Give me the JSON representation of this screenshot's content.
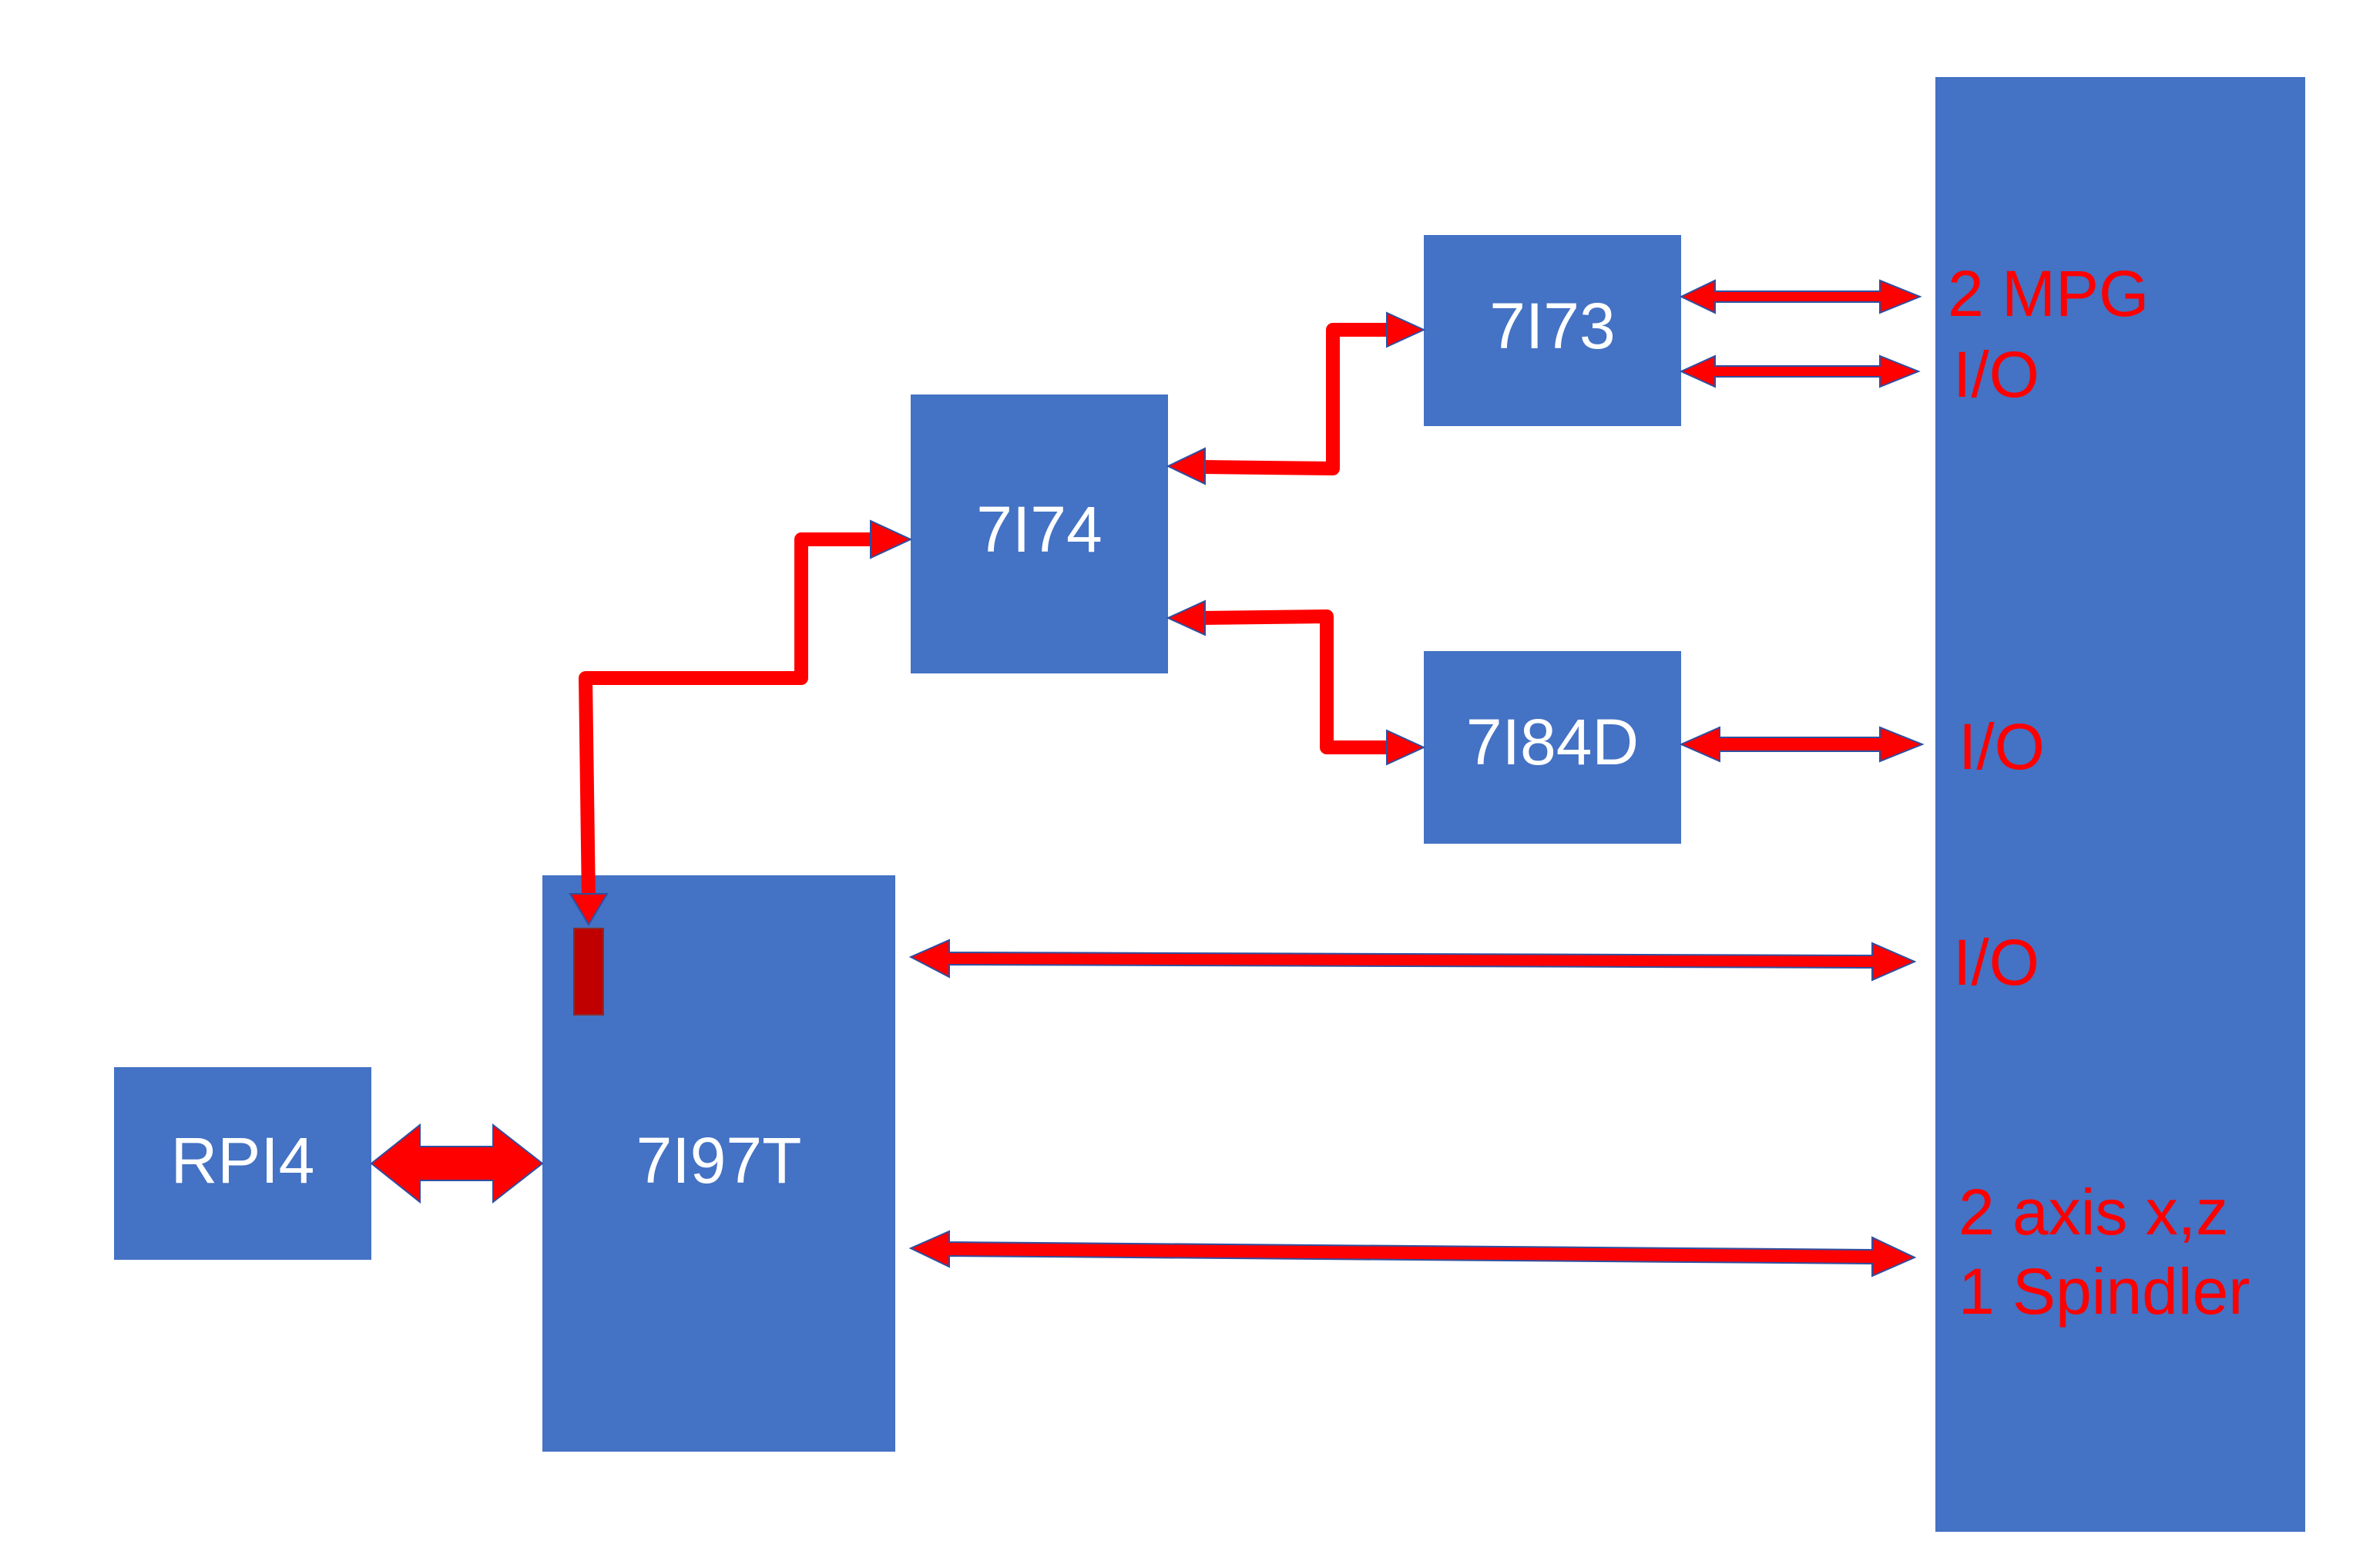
{
  "diagram": {
    "colors": {
      "block": "#4472C4",
      "connector": "#FF0000",
      "connector_outline": "#2F4FA0",
      "header_marker": "#C00000",
      "block_text": "#FFFFFF",
      "side_text": "#FF0000"
    },
    "blocks": {
      "rpi4": "RPI4",
      "b7i97t": "7I97T",
      "b7i74": "7I74",
      "b7i73": "7I73",
      "b7i84d": "7I84D"
    },
    "side_labels": {
      "mpg": "2 MPG",
      "io_7i73": "I/O",
      "io_7i84d": "I/O",
      "io_7i97t": "I/O",
      "axis": "2 axis x,z",
      "spindle": "1 Spindler"
    }
  }
}
